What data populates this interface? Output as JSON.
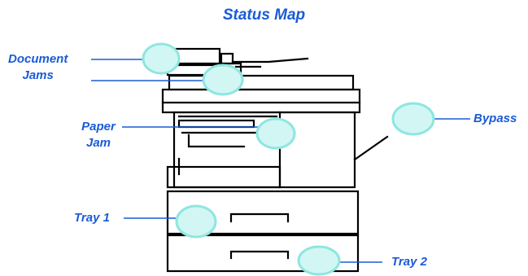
{
  "title": "Status Map",
  "labels": {
    "document_jams": [
      "Document",
      "Jams"
    ],
    "paper_jam": [
      "Paper",
      "Jam"
    ],
    "bypass": "Bypass",
    "tray1": "Tray 1",
    "tray2": "Tray 2"
  },
  "colors": {
    "label": "#1a5bd6",
    "marker_fill": "#d2f6f4",
    "marker_stroke": "#8ee6e0",
    "machine": "#000000"
  }
}
